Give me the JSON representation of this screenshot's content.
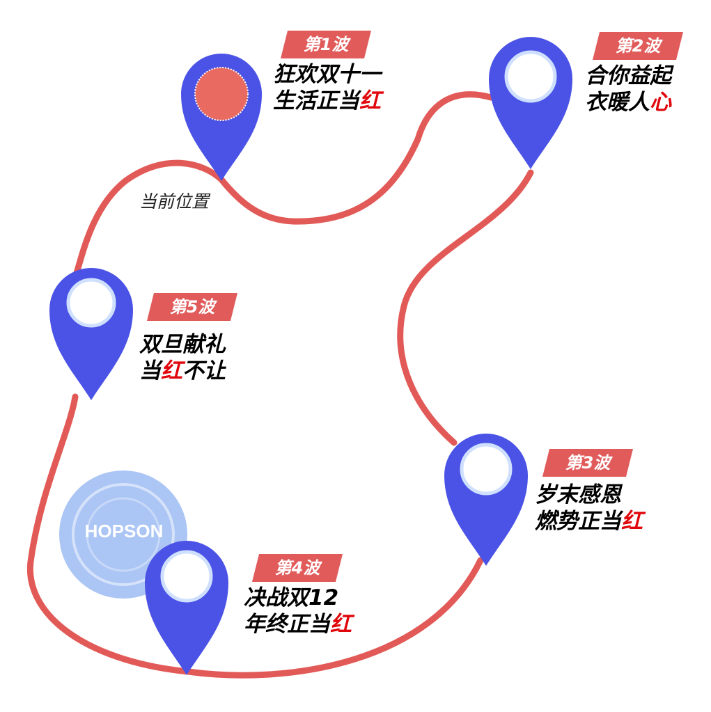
{
  "current_position_label": "当前位置",
  "brand": {
    "text": "HOPSON",
    "color": "#8fb2f2"
  },
  "colors": {
    "route": "#e25a57",
    "pin": "#4b53e6",
    "pin_center": "#ffffff",
    "active_center": "#e86a60",
    "tag_bg": "#e15b5b",
    "highlight": "#e0060b"
  },
  "stages": [
    {
      "tag": "第1波",
      "line1": "狂欢双十一",
      "line2_pre": "生活正当",
      "line2_hl": "红",
      "line2_post": "",
      "active": true
    },
    {
      "tag": "第2波",
      "line1": "合你益起",
      "line2_pre": "衣暖人",
      "line2_hl": "心",
      "line2_post": "",
      "active": false
    },
    {
      "tag": "第3波",
      "line1": "岁末感恩",
      "line2_pre": "燃势正当",
      "line2_hl": "红",
      "line2_post": "",
      "active": false
    },
    {
      "tag": "第4波",
      "line1": "决战双12",
      "line2_pre": "年终正当",
      "line2_hl": "红",
      "line2_post": "",
      "active": false
    },
    {
      "tag": "第5波",
      "line1": "双旦献礼",
      "line2_pre": "当",
      "line2_hl": "红",
      "line2_post": "不让",
      "active": false
    }
  ]
}
